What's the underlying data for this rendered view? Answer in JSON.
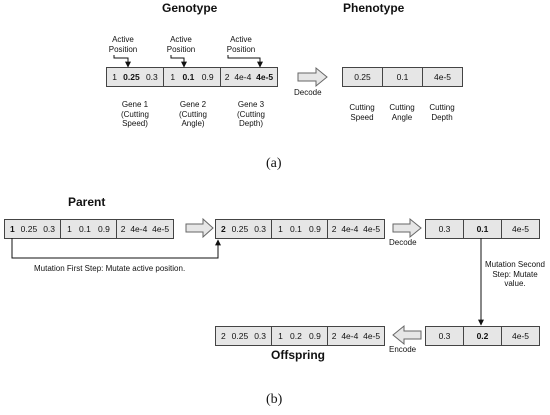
{
  "part_a": {
    "genotype_title": "Genotype",
    "phenotype_title": "Phenotype",
    "active_label": [
      "Active",
      "Position"
    ],
    "chromosome": [
      {
        "values": [
          "1",
          "0.25",
          "0.3"
        ],
        "bold_index": 1
      },
      {
        "values": [
          "1",
          "0.1",
          "0.9"
        ],
        "bold_index": 1
      },
      {
        "values": [
          "2",
          "4e-4",
          "4e-5"
        ],
        "bold_index": 2
      }
    ],
    "gene_labels": [
      [
        "Gene 1",
        "(Cutting",
        "Speed)"
      ],
      [
        "Gene 2",
        "(Cutting",
        "Angle)"
      ],
      [
        "Gene 3",
        "(Cutting",
        "Depth)"
      ]
    ],
    "decode_label": "Decode",
    "phenotype_values": [
      "0.25",
      "0.1",
      "4e-5"
    ],
    "phenotype_labels": [
      [
        "Cutting",
        "Speed"
      ],
      [
        "Cutting",
        "Angle"
      ],
      [
        "Cutting",
        "Depth"
      ]
    ],
    "sublabel": "(a)"
  },
  "part_b": {
    "parent_title": "Parent",
    "offspring_title": "Offspring",
    "parent": [
      {
        "values": [
          "1",
          "0.25",
          "0.3"
        ],
        "bold_index": 0
      },
      {
        "values": [
          "1",
          "0.1",
          "0.9"
        ],
        "bold_index": -1
      },
      {
        "values": [
          "2",
          "4e-4",
          "4e-5"
        ],
        "bold_index": -1
      }
    ],
    "mutated": [
      {
        "values": [
          "2",
          "0.25",
          "0.3"
        ],
        "bold_index": 0
      },
      {
        "values": [
          "1",
          "0.1",
          "0.9"
        ],
        "bold_index": -1
      },
      {
        "values": [
          "2",
          "4e-4",
          "4e-5"
        ],
        "bold_index": -1
      }
    ],
    "decoded": [
      {
        "value": "0.3",
        "bold": false
      },
      {
        "value": "0.1",
        "bold": true
      },
      {
        "value": "4e-5",
        "bold": false
      }
    ],
    "decode_label": "Decode",
    "mutation_first_step": "Mutation First Step: Mutate active position.",
    "mutation_second_step": [
      "Mutation Second",
      "Step: Mutate",
      "value."
    ],
    "mutated_phenotype": [
      {
        "value": "0.3",
        "bold": false
      },
      {
        "value": "0.2",
        "bold": true
      },
      {
        "value": "4e-5",
        "bold": false
      }
    ],
    "encode_label": "Encode",
    "offspring": [
      {
        "values": [
          "2",
          "0.25",
          "0.3"
        ],
        "bold_index": -1
      },
      {
        "values": [
          "1",
          "0.2",
          "0.9"
        ],
        "bold_index": -1
      },
      {
        "values": [
          "2",
          "4e-4",
          "4e-5"
        ],
        "bold_index": -1
      }
    ],
    "sublabel": "(b)"
  }
}
